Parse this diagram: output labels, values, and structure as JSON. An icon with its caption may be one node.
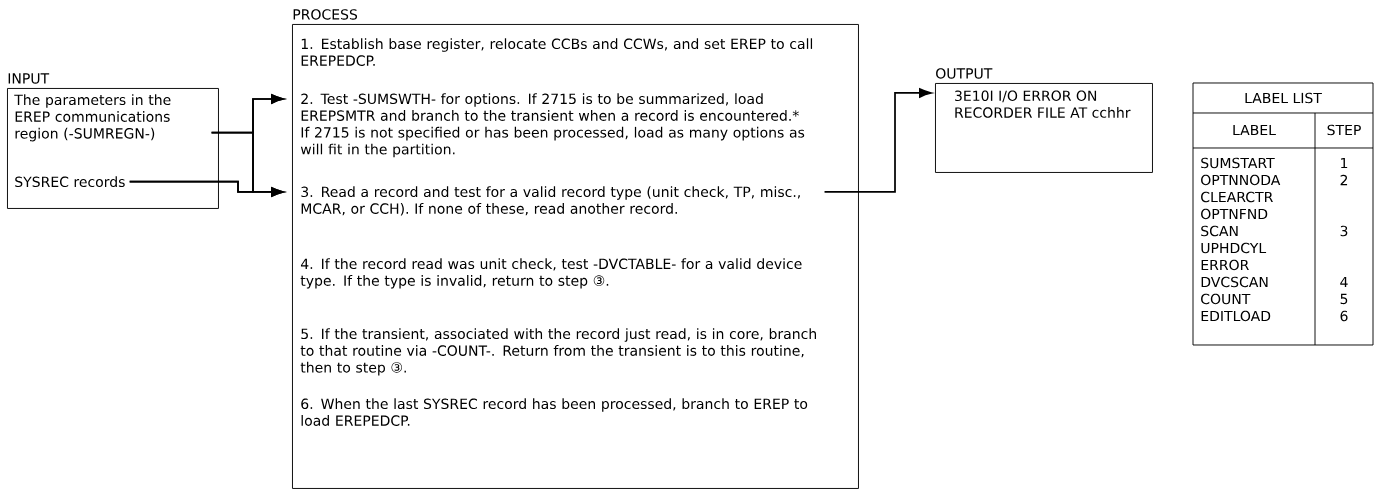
{
  "diagram": {
    "nodes": [
      {
        "text": [
          "INPUT"
        ]
      },
      {
        "text": [
          "The parameters in the EREP communications region (-SUMREGN-)"
        ],
        "in": 0
      },
      {
        "text": [
          "SYSREC records"
        ],
        "in": 0
      },
      {
        "text": [
          "PROCESS"
        ]
      },
      {
        "text": [
          "1. Establish base register, relocate CCBs and CCWs, and set EREP to call EREPEDCP."
        ],
        "in": 3
      },
      {
        "text": [
          "2. Test -SUMSWTH- for options.  If 2715 is to be summarized, load EREPSMTR and branch to the transient when a record is encountered.* If 2715 is not specified or has been processed, load as many options as will fit in the partition."
        ],
        "in": 3
      },
      {
        "text": [
          "3. Read a record and test for a valid record type (unit check, TP, misc., MCAR, or CCH).  If none of these, read another record."
        ],
        "in": 3
      },
      {
        "text": [
          "4. If the record read was unit check, test -DVCTABLE- for a valid device type.  If the type is invalid, return to step ③."
        ],
        "in": 3
      },
      {
        "text": [
          "5. If the transient, associated with the record just read, is in core, branch to that routine via -COUNT-.  Return from the transient is to this routine, then to step ③."
        ],
        "in": 3
      },
      {
        "text": [
          "6. When the last SYSREC record has been processed, branch to EREP to load EREPEDCP."
        ],
        "in": 3
      },
      {
        "text": [
          "OUTPUT",
          "3E10I I/O ERROR ON RECORDER FILE AT cchhr"
        ]
      }
    ],
    "edges": [
      {
        "from": 1,
        "to": 5,
        "arrow": "to"
      },
      {
        "from": 1,
        "to": 6,
        "arrow": "to"
      },
      {
        "from": 2,
        "to": 5,
        "arrow": "to"
      },
      {
        "from": 2,
        "to": 6,
        "arrow": "to"
      },
      {
        "from": 6,
        "to": 10,
        "arrow": "to"
      }
    ],
    "labels": [
      "LABEL LIST",
      "LABEL",
      "STEP",
      "SUMSTART",
      "1",
      "OPTNNODA",
      "2",
      "CLEARCTR",
      "OPTNFND",
      "SCAN",
      "3",
      "UPHDCYL",
      "ERROR",
      "DVCSCAN",
      "4",
      "COUNT",
      "5",
      "EDITLOAD",
      "6"
    ]
  }
}
